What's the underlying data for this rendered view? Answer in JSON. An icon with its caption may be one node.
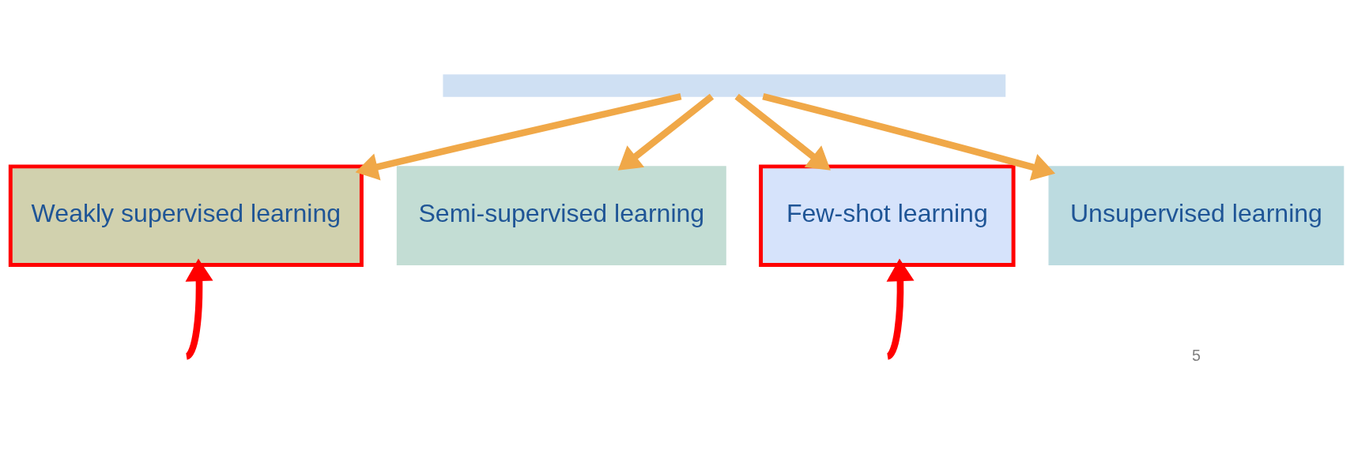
{
  "diagram": {
    "nodes": [
      {
        "text": [],
        "shape": "box"
      },
      {
        "text": [
          "Weakly supervised learning"
        ]
      },
      {
        "text": [
          "Semi-supervised learning"
        ]
      },
      {
        "text": [
          "Few-shot learning"
        ]
      },
      {
        "text": [
          "Unsupervised learning"
        ]
      }
    ],
    "edges": [
      {
        "from": 0,
        "to": 1,
        "arrow": "to"
      },
      {
        "from": 0,
        "to": 2,
        "arrow": "to"
      },
      {
        "from": 0,
        "to": 3,
        "arrow": "to"
      },
      {
        "from": 0,
        "to": 4,
        "arrow": "to"
      },
      {
        "from": null,
        "to": 1,
        "arrow": "to",
        "color": "#ff0000"
      },
      {
        "from": null,
        "to": 3,
        "arrow": "to",
        "color": "#ff0000"
      }
    ],
    "labels": [
      "5"
    ]
  }
}
